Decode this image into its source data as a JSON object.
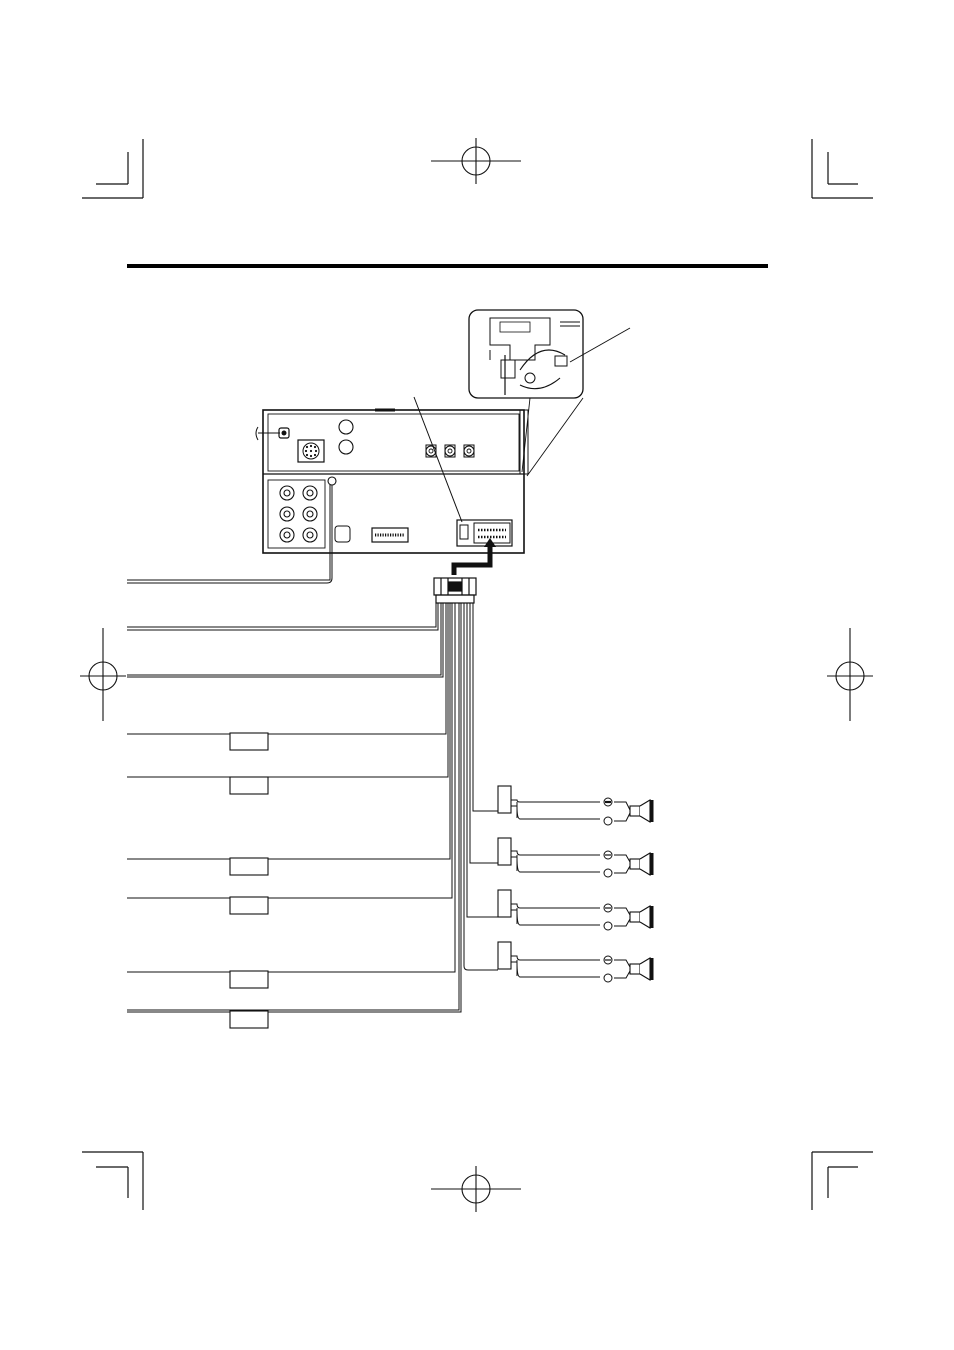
{
  "page": {
    "background": "#ffffff",
    "ink": "#111111",
    "heading_rule_color": "#000000"
  },
  "icons": {
    "registration_mark": "crosshair-circle-icon",
    "crop_mark": "crop-corner-icon",
    "speaker": "speaker-icon",
    "polarity_negative": "minus-circle-icon",
    "polarity_positive": "empty-circle-icon",
    "antenna_plug": "antenna-plug-icon"
  },
  "wiring": {
    "left_wires": 9,
    "left_wire_tags": 6,
    "speaker_channels": 4
  }
}
